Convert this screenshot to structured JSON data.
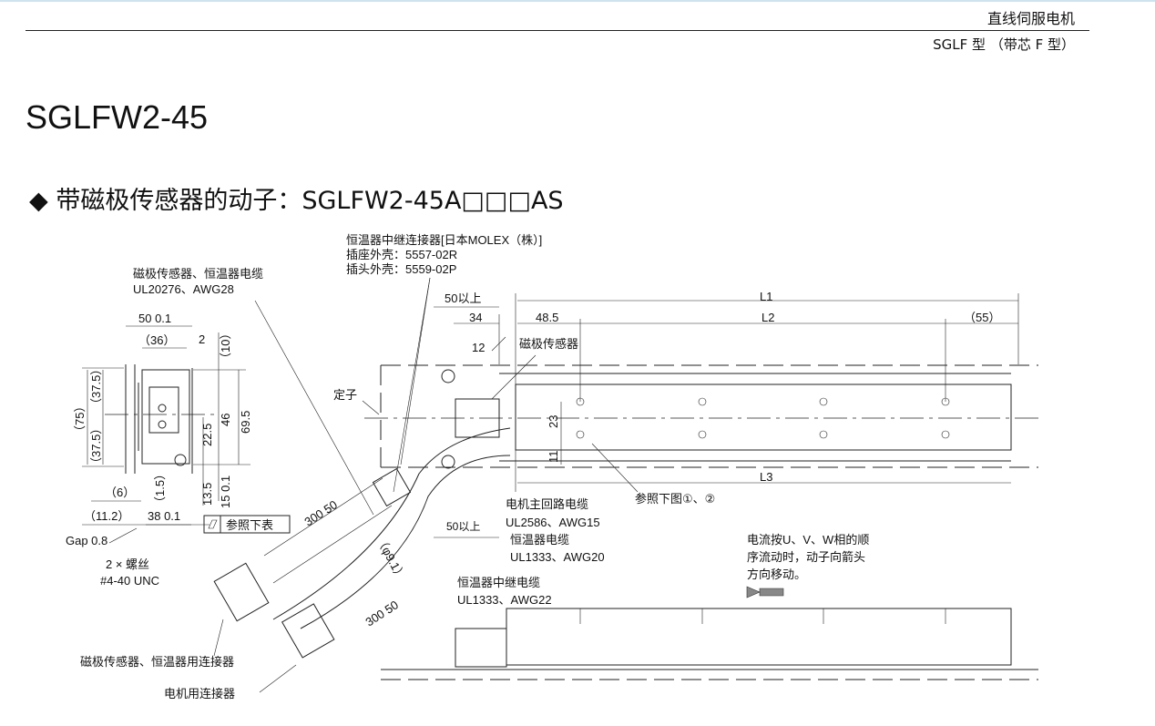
{
  "header": {
    "category": "直线伺服电机",
    "series": "SGLF 型 （带芯 F 型）"
  },
  "title": "SGLFW2-45",
  "subtitle": "◆ 带磁极传感器的动子：SGLFW2-45A□□□AS",
  "labels": {
    "relay_connector": "恒温器中继连接器[日本MOLEX（株）]",
    "socket_housing": "插座外壳：5557-02R",
    "plug_housing": "插头外壳：5559-02P",
    "sensor_cable": "磁极传感器、恒温器电缆",
    "sensor_cable_spec": "UL20276、AWG28",
    "gap": "Gap 0.8",
    "screws": "2 × 螺丝",
    "screw_spec": "#4-40 UNC",
    "sensor_connector": "磁极传感器、恒温器用连接器",
    "motor_connector": "电机用连接器",
    "pole_sensor": "磁极传感器",
    "stator": "定子",
    "see_below": "参照下图①、②",
    "main_cable": "电机主回路电缆",
    "main_cable_spec": "UL2586、AWG15",
    "thermo_cable": "恒温器电缆",
    "thermo_cable_spec": "UL1333、AWG20",
    "relay_cable": "恒温器中继电缆",
    "relay_cable_spec": "UL1333、AWG22",
    "see_table": "参照下表",
    "note1": "电流按U、V、W相的顺",
    "note2": "序流动时，动子向箭头",
    "note3": "方向移动。"
  },
  "dims": {
    "w50": "50  0.1",
    "d36": "（36）",
    "d2": "2",
    "d10": "（10）",
    "d75": "（75）",
    "d375a": "（37.5）",
    "d375b": "（37.5）",
    "d46": "46",
    "d695": "69.5",
    "d225": "22.5",
    "d135": "13.5",
    "d15": "15  0.1",
    "d15p": "（1.5）",
    "d6": "（6）",
    "d112": "（11.2）",
    "d38": "38  0.1",
    "min50a": "50以上",
    "d34": "34",
    "d12": "12",
    "d485": "48.5",
    "L1": "L1",
    "L2": "L2",
    "d55": "（55）",
    "d23": "23",
    "d11": "11",
    "L3": "L3",
    "min50b": "50以上",
    "phi": "（φ9.1）",
    "len1": "300  50",
    "len2": "300  50"
  }
}
